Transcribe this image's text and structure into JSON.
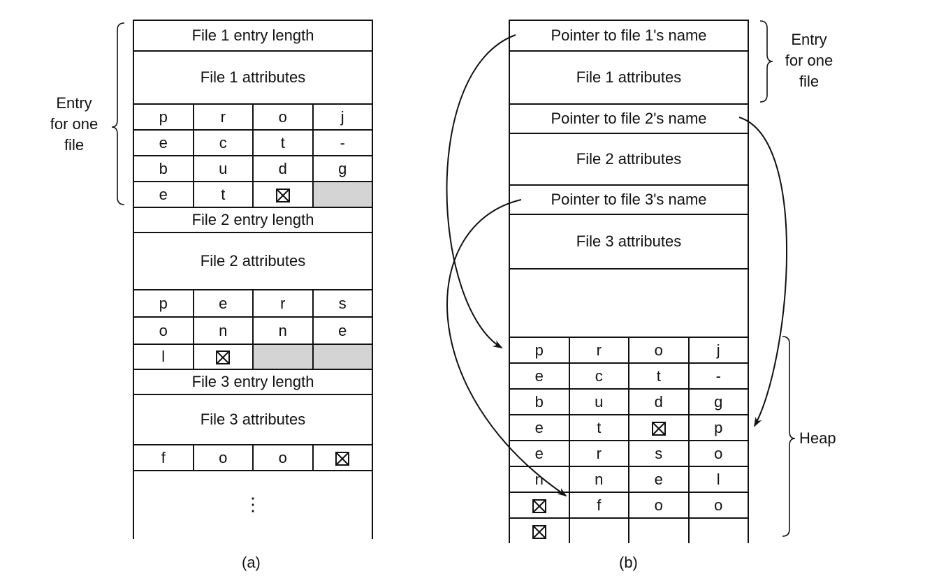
{
  "diagram_a": {
    "caption": "(a)",
    "brace_label": [
      "Entry",
      "for one",
      "file"
    ],
    "entries": [
      {
        "length_label": "File 1 entry length",
        "attributes_label": "File 1 attributes",
        "chars": [
          [
            "p",
            "r",
            "o",
            "j"
          ],
          [
            "e",
            "c",
            "t",
            "-"
          ],
          [
            "b",
            "u",
            "d",
            "g"
          ],
          [
            "e",
            "t",
            "END",
            "PAD"
          ]
        ]
      },
      {
        "length_label": "File 2 entry length",
        "attributes_label": "File 2 attributes",
        "chars": [
          [
            "p",
            "e",
            "r",
            "s"
          ],
          [
            "o",
            "n",
            "n",
            "e"
          ],
          [
            "l",
            "END",
            "PAD",
            "PAD"
          ]
        ]
      },
      {
        "length_label": "File 3 entry length",
        "attributes_label": "File 3 attributes",
        "chars": [
          [
            "f",
            "o",
            "o",
            "END"
          ]
        ]
      }
    ],
    "continuation": "⋮"
  },
  "diagram_b": {
    "caption": "(b)",
    "brace_label_entry": [
      "Entry",
      "for one",
      "file"
    ],
    "brace_label_heap": "Heap",
    "entries": [
      {
        "pointer_label": "Pointer to file 1's name",
        "attributes_label": "File 1 attributes"
      },
      {
        "pointer_label": "Pointer to file 2's name",
        "attributes_label": "File 2 attributes"
      },
      {
        "pointer_label": "Pointer to file 3's name",
        "attributes_label": "File 3 attributes"
      }
    ],
    "heap": [
      [
        "p",
        "r",
        "o",
        "j"
      ],
      [
        "e",
        "c",
        "t",
        "-"
      ],
      [
        "b",
        "u",
        "d",
        "g"
      ],
      [
        "e",
        "t",
        "END",
        "p"
      ],
      [
        "e",
        "r",
        "s",
        "o"
      ],
      [
        "n",
        "n",
        "e",
        "l"
      ],
      [
        "END",
        "f",
        "o",
        "o"
      ],
      [
        "END",
        "",
        "",
        ""
      ]
    ]
  },
  "symbols": {
    "END": "end-of-name-marker-icon",
    "PAD": "padding-cell"
  }
}
